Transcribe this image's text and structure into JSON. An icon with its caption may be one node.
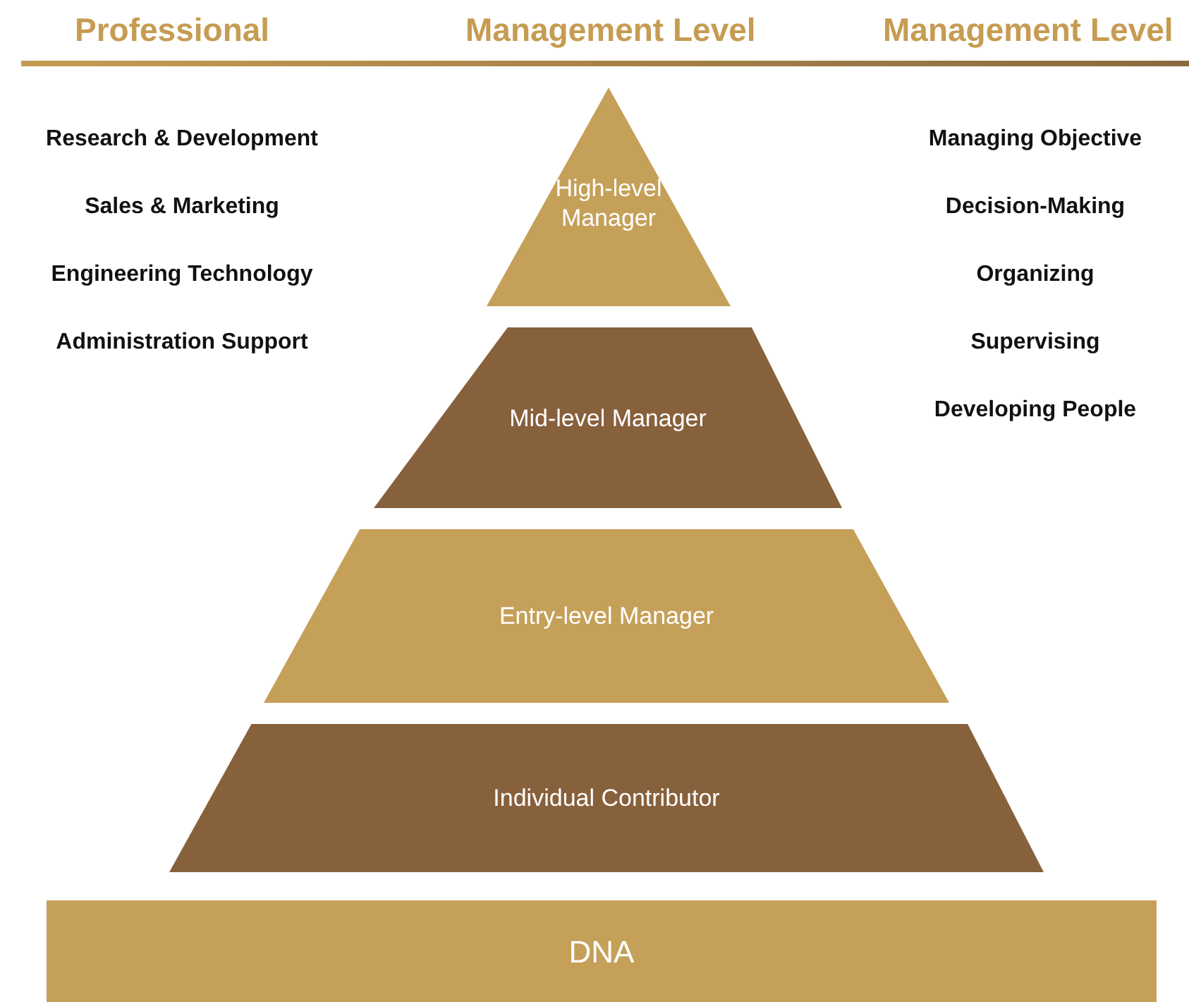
{
  "diagram": {
    "nodes": [
      {
        "text": [
          "High-level Manager"
        ]
      },
      {
        "text": [
          "Mid-level Manager"
        ]
      },
      {
        "text": [
          "Entry-level Manager"
        ]
      },
      {
        "text": [
          "Individual Contributor"
        ]
      },
      {
        "text": [
          "DNA"
        ]
      }
    ],
    "labels": [
      "Professional",
      "Management Level",
      "Management Level",
      "Research & Development",
      "Sales & Marketing",
      "Engineering Technology",
      "Administration Support",
      "Managing Objective",
      "Decision-Making",
      "Organizing",
      "Supervising",
      "Developing People"
    ]
  }
}
